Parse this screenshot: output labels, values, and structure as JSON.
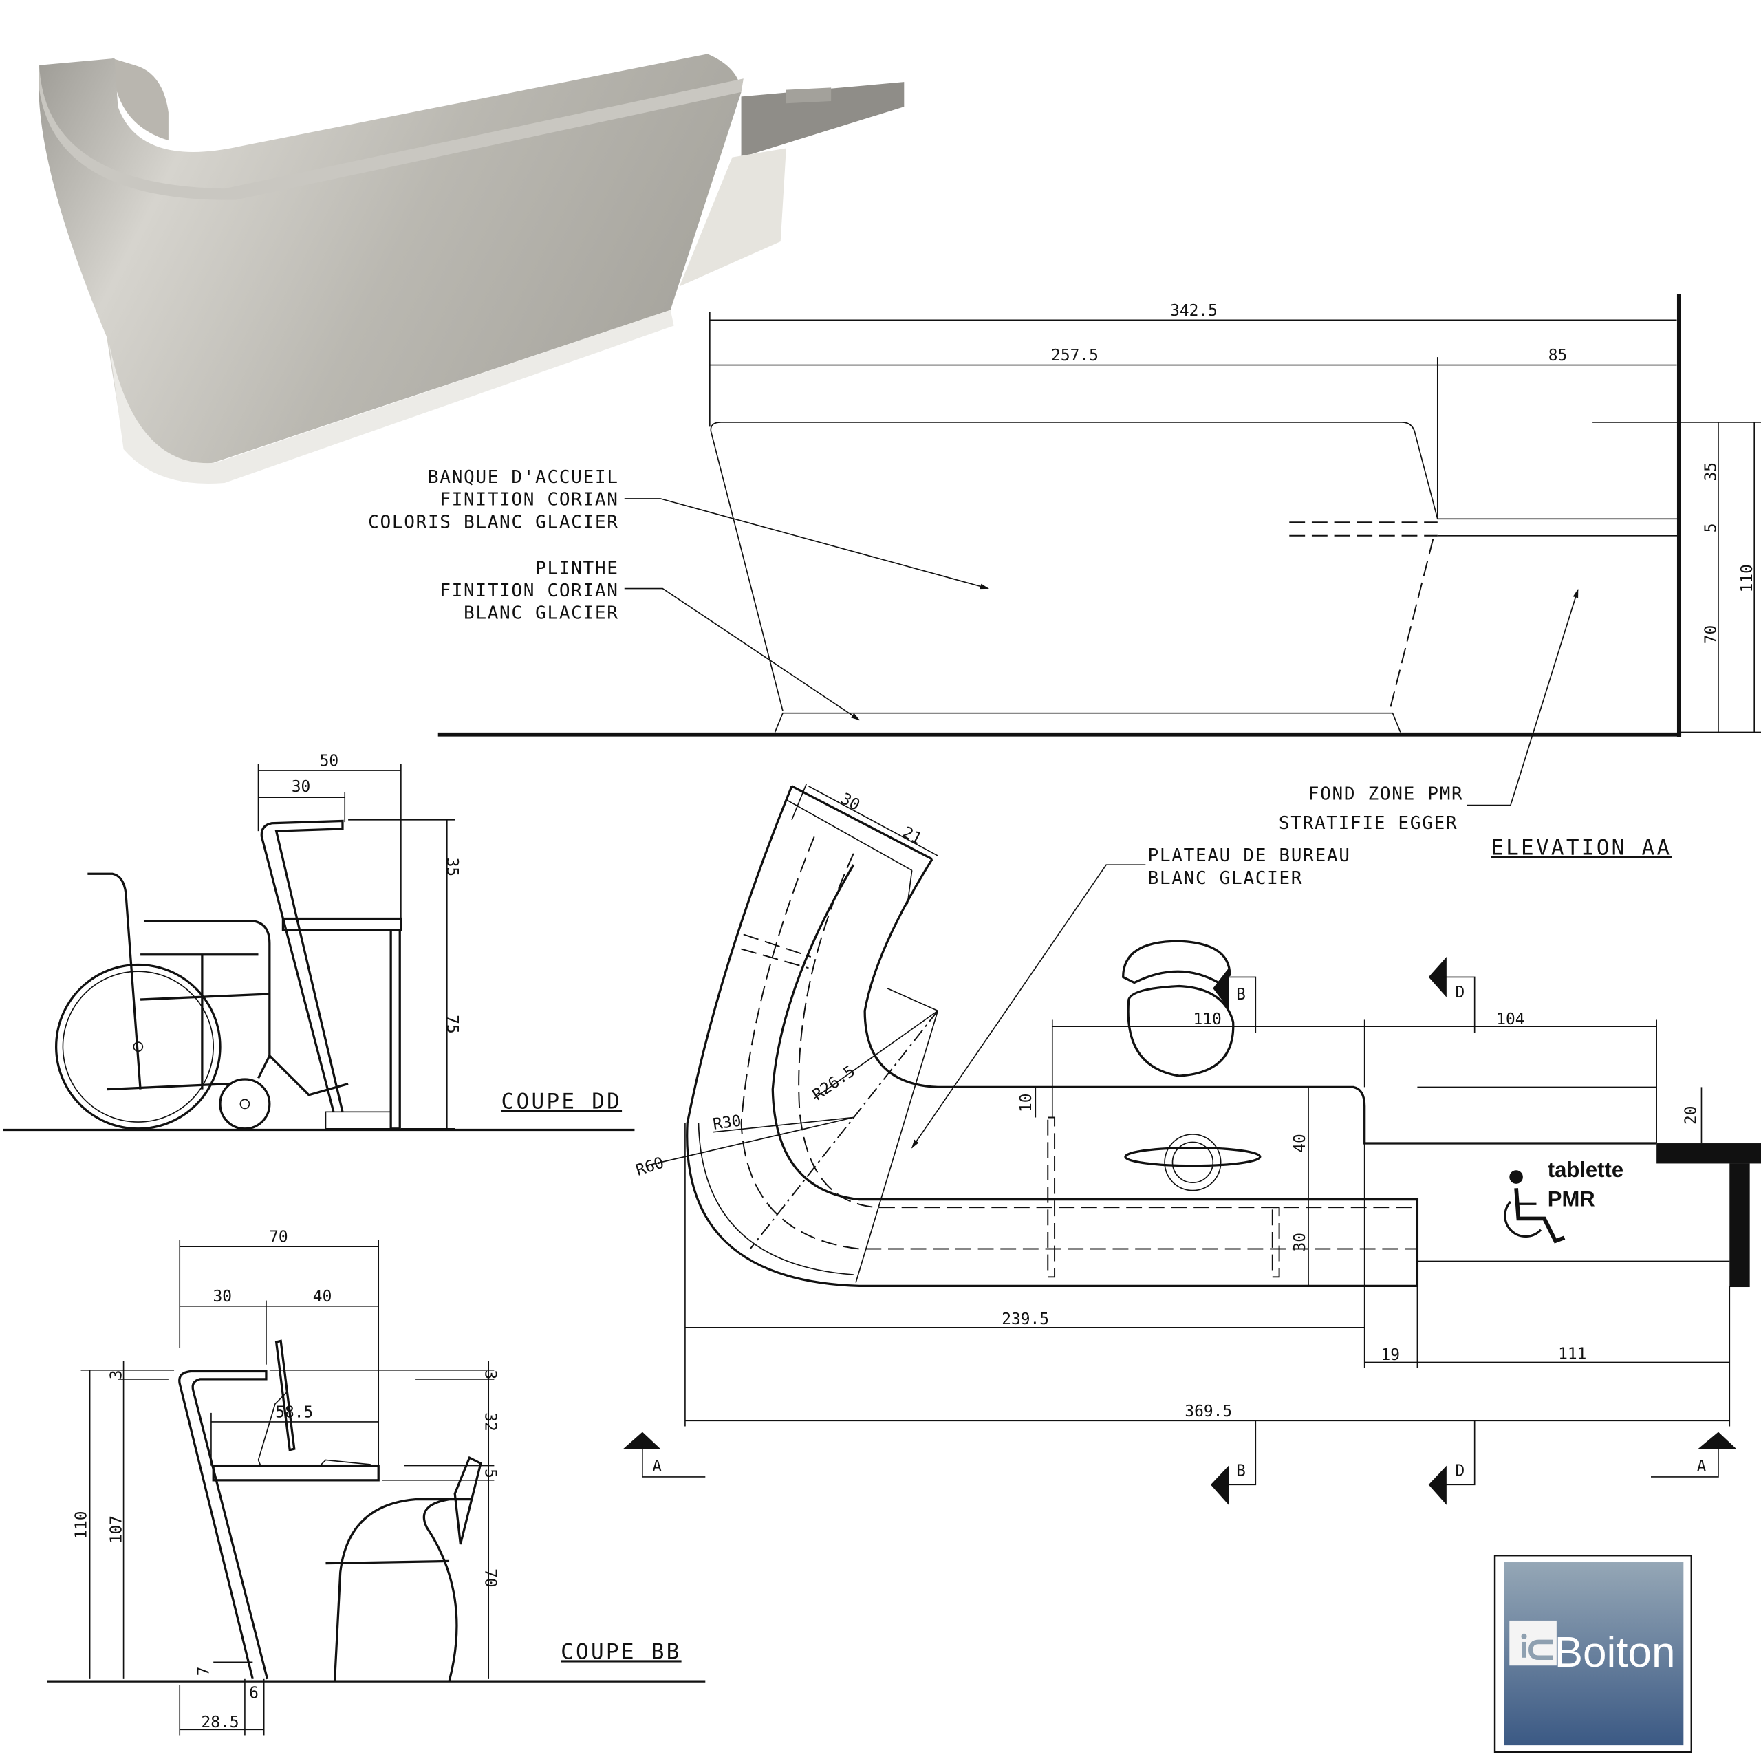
{
  "elevation": {
    "title": "ELEVATION AA",
    "dims": {
      "total": "342.5",
      "left": "257.5",
      "right": "85",
      "h_top": "35",
      "h_mid": "5",
      "h_low": "70",
      "h_total": "110"
    },
    "label_counter": [
      "BANQUE D'ACCUEIL",
      "FINITION CORIAN",
      "COLORIS BLANC GLACIER"
    ],
    "label_plinth": [
      "PLINTHE",
      "FINITION CORIAN",
      "BLANC GLACIER"
    ],
    "label_background": [
      "FOND ZONE PMR",
      "STRATIFIE EGGER"
    ]
  },
  "coupe_dd": {
    "title": "COUPE DD",
    "dims": {
      "w_total": "50",
      "w_top": "30",
      "h_top": "35",
      "h_desk": "75"
    }
  },
  "coupe_bb": {
    "title": "COUPE BB",
    "dims": {
      "w_total": "70",
      "w_left": "30",
      "w_right": "40",
      "top_l": "3",
      "top_r": "3",
      "desk_depth": "58.5",
      "h_32": "32",
      "h_5": "5",
      "h_70": "70",
      "h_110": "110",
      "h_107": "107",
      "plinth_h": "7",
      "plinth_w": "6",
      "base_w": "28.5"
    }
  },
  "plan": {
    "label_desktop": [
      "PLATEAU DE BUREAU",
      "BLANC GLACIER"
    ],
    "dims": {
      "arm_30": "30",
      "arm_21": "21",
      "r26": "R26.5",
      "r30": "R30",
      "r60": "R60",
      "d110": "110",
      "d104": "104",
      "d10": "10",
      "d40": "40",
      "d30": "30",
      "d20": "20",
      "d239": "239.5",
      "d19": "19",
      "d111": "111",
      "d369": "369.5"
    },
    "sections": {
      "a": "A",
      "b": "B",
      "d": "D"
    },
    "pmr_label": [
      "tablette",
      "PMR"
    ]
  },
  "logo": {
    "text": "icBoiton"
  },
  "colors": {
    "logo_top": "#95a7b6",
    "logo_bottom": "#3b5984",
    "counter_light": "#dcdad4",
    "counter_dark": "#8d8b86"
  }
}
